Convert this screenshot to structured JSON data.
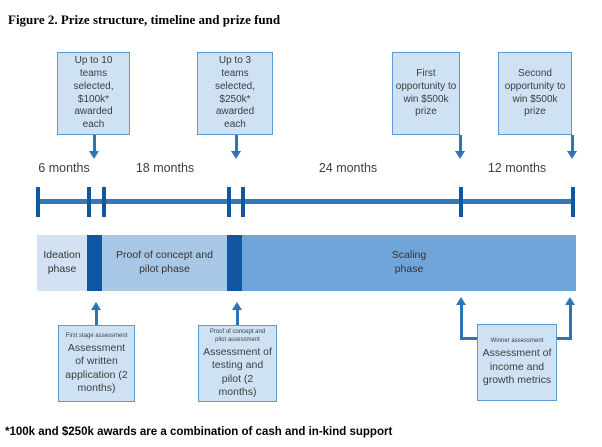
{
  "figure": {
    "title": "Figure 2. Prize structure, timeline and prize fund",
    "footnote": "*100k and $250k awards are a combination of cash and in-kind support"
  },
  "award_boxes": [
    {
      "label": "Up to 10 teams selected, $100k* awarded each"
    },
    {
      "label": "Up to 3 teams selected, $250k* awarded each"
    },
    {
      "label": "First opportunity to win $500k prize"
    },
    {
      "label": "Second opportunity to win $500k prize"
    }
  ],
  "timeline": {
    "segments": [
      {
        "label": "6 months"
      },
      {
        "label": "18 months"
      },
      {
        "label": "24 months"
      },
      {
        "label": "12 months"
      }
    ]
  },
  "phases": [
    {
      "label": "Ideation phase"
    },
    {
      "label": "Proof of concept and pilot phase"
    },
    {
      "label": "Scaling phase"
    }
  ],
  "assessment_boxes": [
    {
      "header": "First stage assessment",
      "body": "Assessment of written application (2 months)"
    },
    {
      "header": "Proof of concept and pilot assessment",
      "body": "Assessment of testing and pilot (2 months)"
    },
    {
      "header": "Winner assessment",
      "body": "Assessment of income and growth metrics"
    }
  ],
  "colors": {
    "box_fill": "#cfe2f3",
    "box_border": "#5b9bd5",
    "arrow": "#2e75b6",
    "timeline_line": "#3579bd",
    "tick_and_divider": "#1057a0",
    "phase_ideation": "#d3e2f2",
    "phase_proof": "#a9c8e8",
    "phase_scaling": "#70a5da",
    "text": "#3b3e40"
  }
}
